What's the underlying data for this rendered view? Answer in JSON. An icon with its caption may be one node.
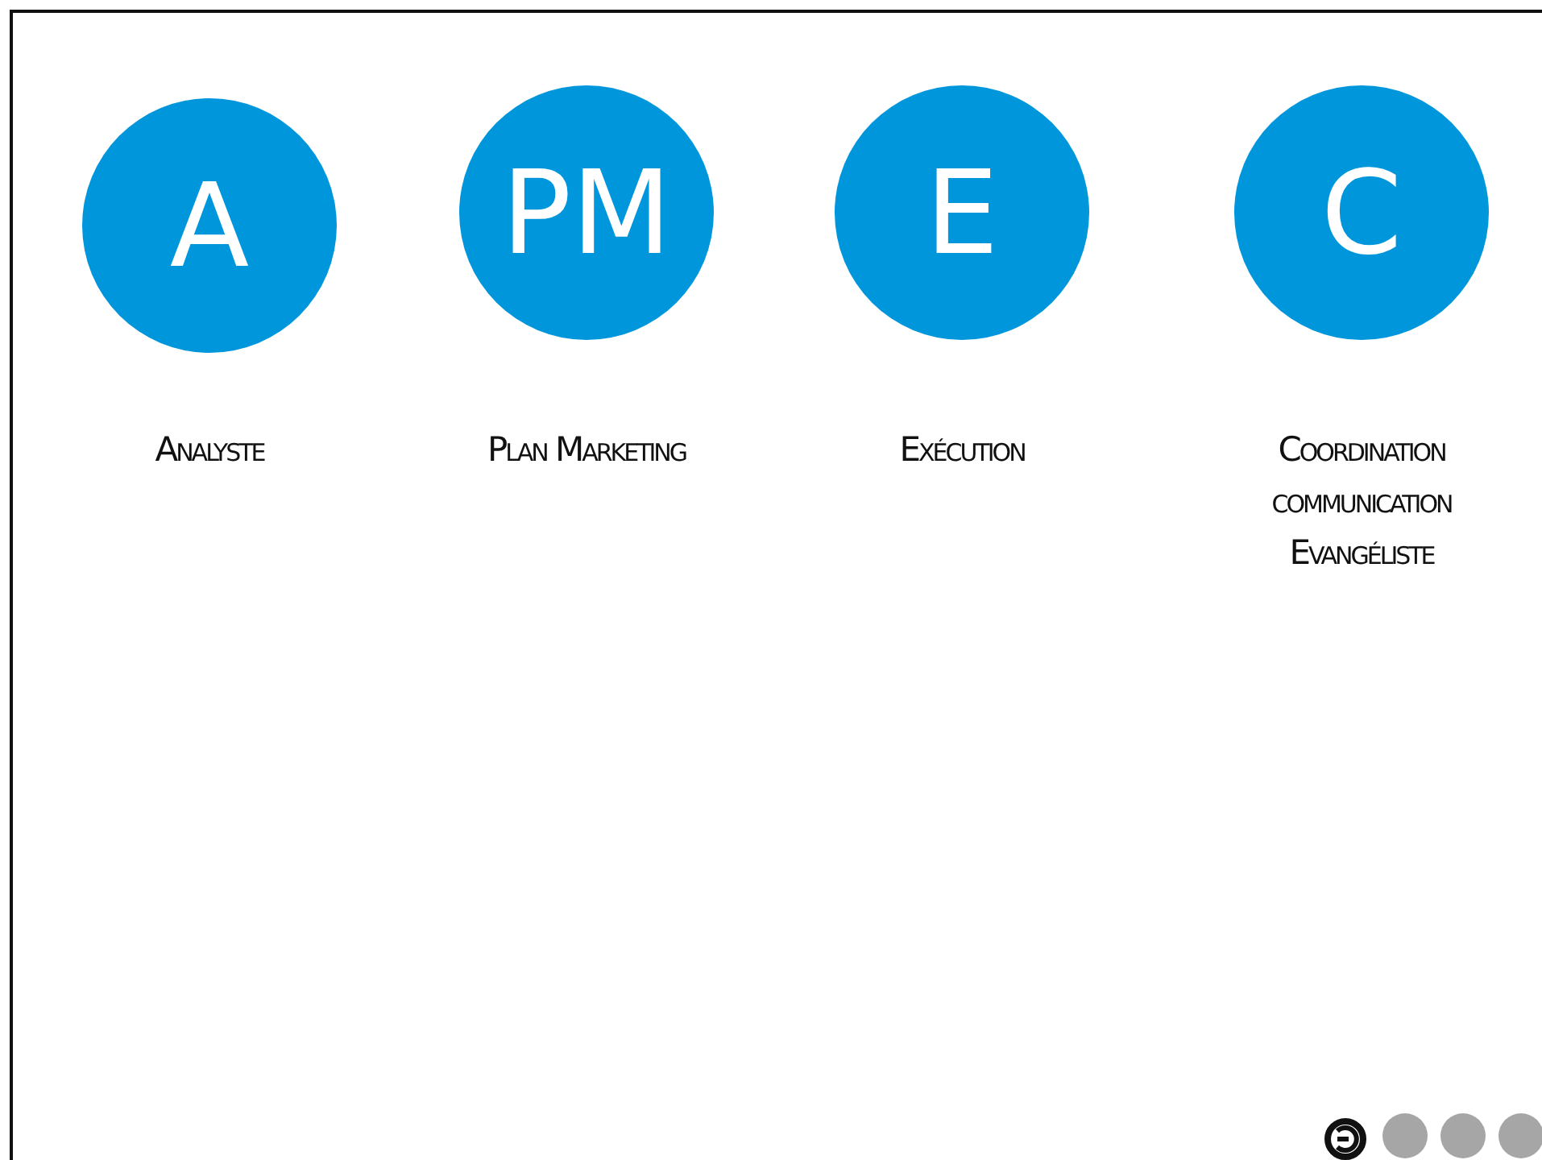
{
  "diagram": {
    "nodes": [
      {
        "text": [
          "A"
        ],
        "beside": [
          "Analyste"
        ]
      },
      {
        "text": [
          "PM"
        ],
        "beside": [
          "Plan Marketing"
        ]
      },
      {
        "text": [
          "E"
        ],
        "beside": [
          "Exécution"
        ]
      },
      {
        "text": [
          "C"
        ],
        "beside": [
          "Coordination communication Evangéliste"
        ]
      }
    ]
  }
}
